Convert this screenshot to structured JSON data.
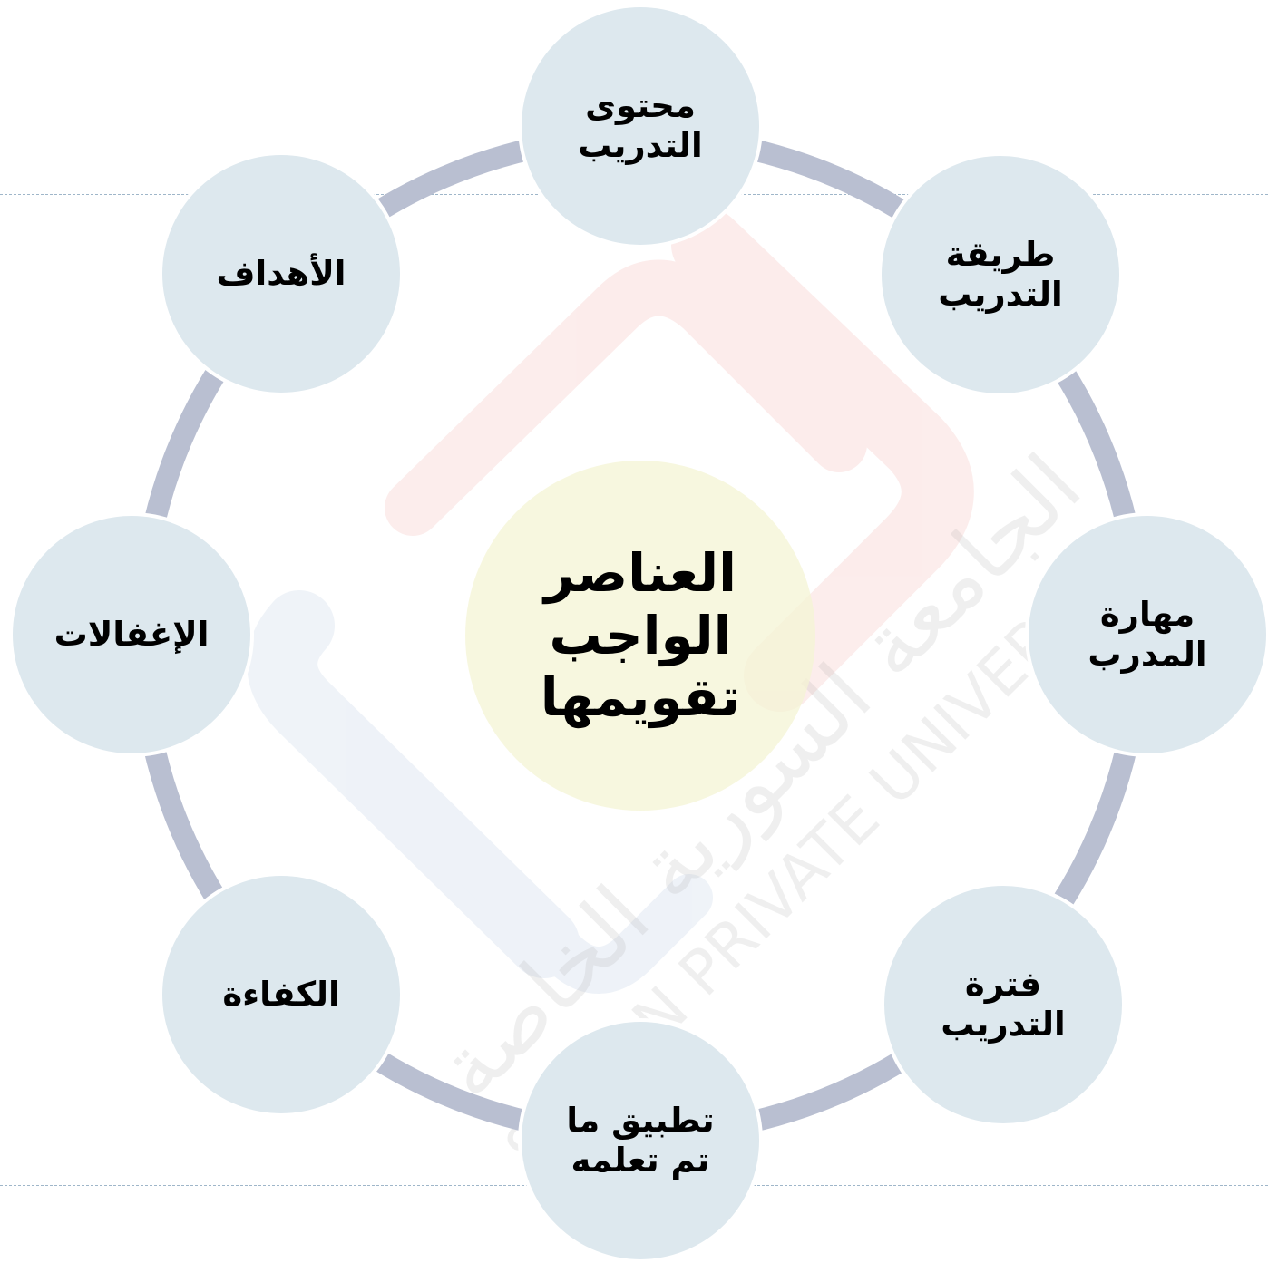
{
  "center": {
    "label": "العناصر الواجب تقويمها"
  },
  "nodes": [
    {
      "id": "training-content",
      "label": "محتوى التدريب"
    },
    {
      "id": "training-method",
      "label": "طريقة التدريب"
    },
    {
      "id": "trainer-skill",
      "label": "مهارة المدرب"
    },
    {
      "id": "training-period",
      "label": "فترة التدريب"
    },
    {
      "id": "applying-learned",
      "label": "تطبيق ما تم تعلمه"
    },
    {
      "id": "competence",
      "label": "الكفاءة"
    },
    {
      "id": "emotions",
      "label": "الإغفالات"
    },
    {
      "id": "objectives",
      "label": "الأهداف"
    }
  ],
  "watermark": {
    "arabic": "الجامعة السورية الخاصة",
    "english": "SYRIAN PRIVATE UNIVERSITY"
  },
  "colors": {
    "ring": "#b9bfd1",
    "node_fill": "#dde8ee",
    "center_fill": "#f4f4d4",
    "guide": "#9fb6c9"
  }
}
